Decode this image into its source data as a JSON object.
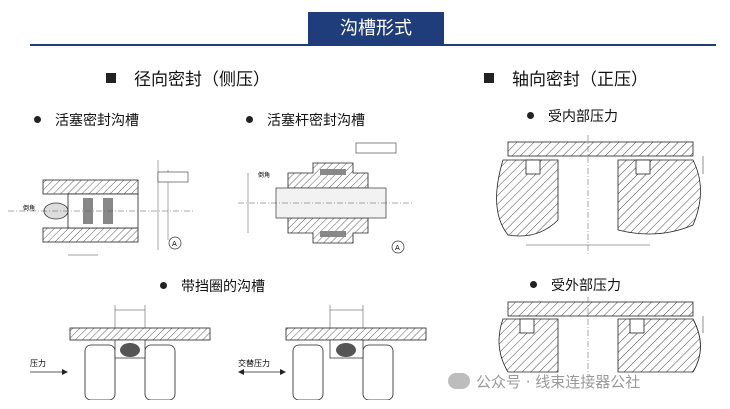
{
  "title": "沟槽形式",
  "sections": {
    "radial": {
      "heading": "径向密封（侧压）",
      "items": [
        "活塞密封沟槽",
        "活塞杆密封沟槽",
        "带挡圈的沟槽"
      ]
    },
    "axial": {
      "heading": "轴向密封（正压）",
      "items": [
        "受内部压力",
        "受外部压力"
      ]
    }
  },
  "figure_labels": {
    "pressure": "压力",
    "alt_pressure": "交替压力",
    "chamfer": "倒角",
    "datum": "A"
  },
  "watermark": "公众号 · 线束连接器公社"
}
